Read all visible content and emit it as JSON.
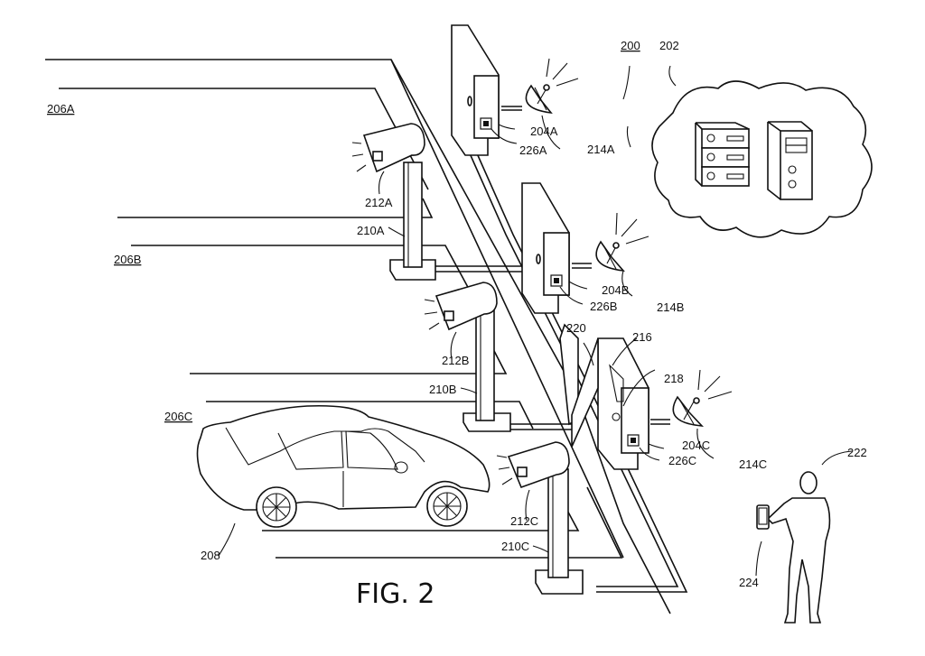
{
  "figure": {
    "title": "FIG. 2",
    "system_label": "200",
    "labels": {
      "cloud": "202",
      "controller_a": "204A",
      "controller_b": "204B",
      "controller_c": "204C",
      "lane_a": "206A",
      "lane_b": "206B",
      "lane_c": "206C",
      "vehicle": "208",
      "pole_a": "210A",
      "pole_b": "210B",
      "pole_c": "210C",
      "camera_a": "212A",
      "camera_b": "212B",
      "camera_c": "212C",
      "antenna_a": "214A",
      "antenna_b": "214B",
      "antenna_c": "214C",
      "display": "216",
      "sensor": "218",
      "panel": "220",
      "person": "222",
      "mobile_device": "224",
      "chip_a": "226A",
      "chip_b": "226B",
      "chip_c": "226C"
    }
  }
}
